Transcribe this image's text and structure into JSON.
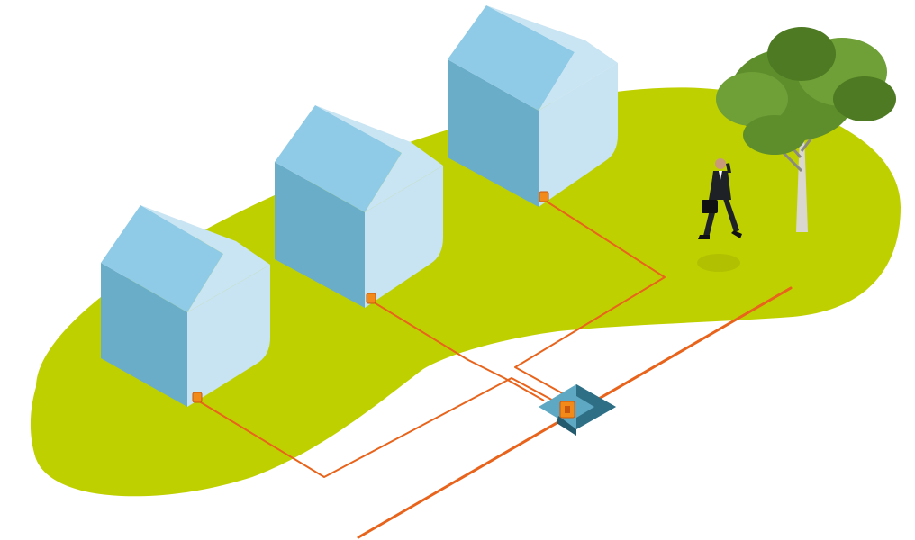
{
  "colors": {
    "background": "#ffffff",
    "lawn": "#bfd000",
    "roof_left": "#8fcbe6",
    "roof_right": "#c9e4f2",
    "wall_left": "#6aadc9",
    "wall_right": "#c8e3f1",
    "connection_line": "#e8641c",
    "junction_box_top": "#5ea8c3",
    "junction_box_side": "#2f6f86",
    "connector": "#f28a1a",
    "tree_foliage": "#5e8e2c",
    "tree_trunk": "#d9d7cf",
    "person_suit": "#1e2226"
  },
  "scene": {
    "house_count": 3,
    "connectors_per_house": 1,
    "junction_box_count": 1,
    "main_cable_count": 1,
    "tree_count": 1,
    "person_count": 1
  },
  "icons": {
    "house": "house-icon",
    "connector": "connector-icon",
    "junction_box": "junction-box-icon",
    "tree": "tree-icon",
    "person": "businessman-icon"
  }
}
